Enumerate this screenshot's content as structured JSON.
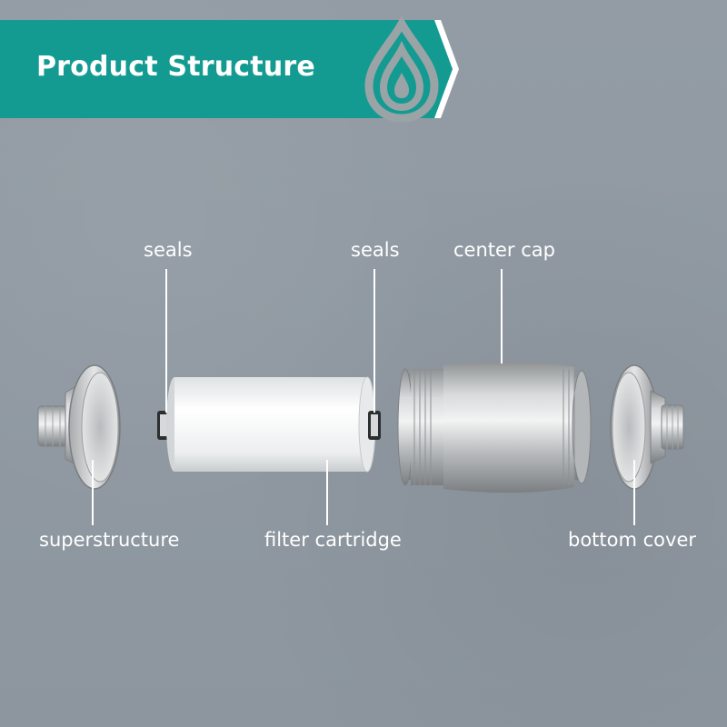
{
  "header": {
    "title": "Product Structure",
    "accent_color": "#139b92",
    "logo_icon": "water-drop-icon"
  },
  "labels": {
    "seals_left": "seals",
    "seals_right": "seals",
    "center_cap": "center cap",
    "superstructure": "superstructure",
    "filter_cartridge": "filter cartridge",
    "bottom_cover": "bottom cover"
  },
  "colors": {
    "background": "#8f98a1",
    "label_text": "#ffffff",
    "cartridge": "#eef0f0",
    "metal": "#c9cbcc"
  }
}
